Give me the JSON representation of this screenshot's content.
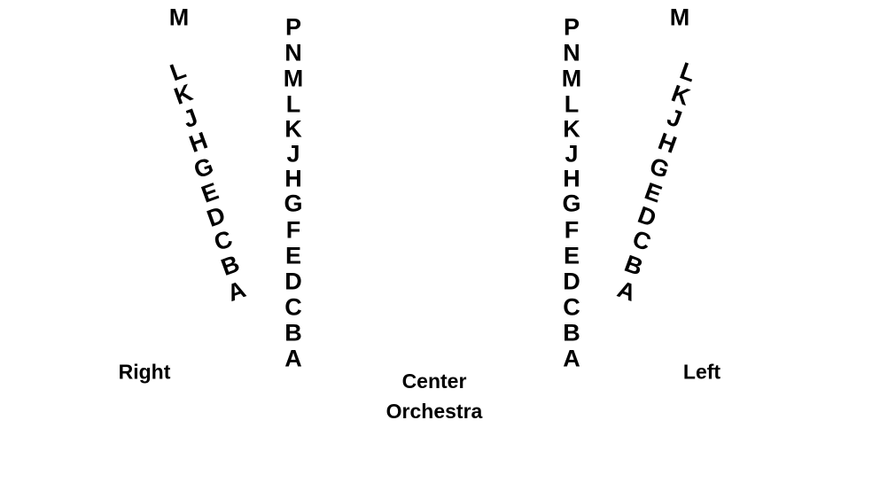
{
  "sections": {
    "right": {
      "label": "Right",
      "top_row": "M",
      "angled_rows": [
        "L",
        "K",
        "J",
        "H",
        "G",
        "E",
        "D",
        "C",
        "B",
        "A"
      ]
    },
    "center_right": {
      "rows": [
        "P",
        "N",
        "M",
        "L",
        "K",
        "J",
        "H",
        "G",
        "F",
        "E",
        "D",
        "C",
        "B",
        "A"
      ]
    },
    "center_left": {
      "rows": [
        "P",
        "N",
        "M",
        "L",
        "K",
        "J",
        "H",
        "G",
        "F",
        "E",
        "D",
        "C",
        "B",
        "A"
      ]
    },
    "left": {
      "label": "Left",
      "top_row": "M",
      "angled_rows": [
        "L",
        "K",
        "J",
        "H",
        "G",
        "E",
        "D",
        "C",
        "B",
        "A"
      ]
    },
    "center": {
      "label_line1": "Center",
      "label_line2": "Orchestra"
    }
  }
}
